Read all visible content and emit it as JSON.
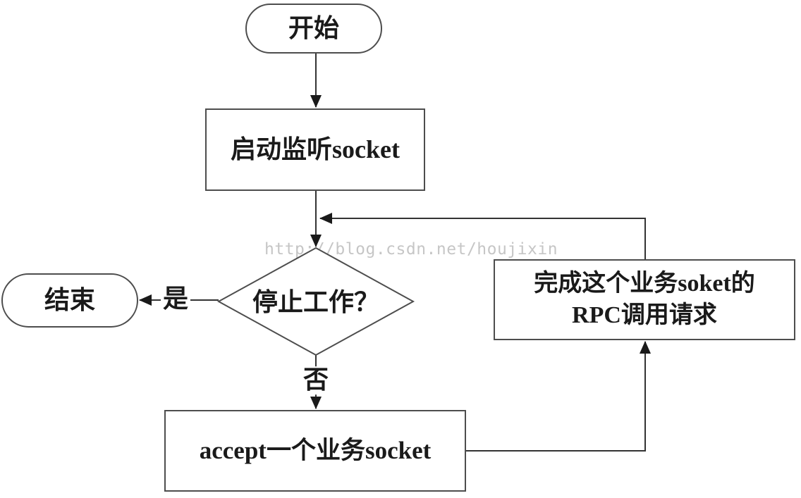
{
  "nodes": {
    "start": {
      "label": "开始",
      "shape": "stadium"
    },
    "listen": {
      "label": "启动监听socket",
      "shape": "rect"
    },
    "decision": {
      "label": "停止工作？",
      "shape": "diamond"
    },
    "end": {
      "label": "结束",
      "shape": "stadium"
    },
    "accept": {
      "label": "accept一个业务socket",
      "shape": "rect"
    },
    "rpc": {
      "label": "完成这个业务soket的RPC调用请求",
      "lines": [
        "完成这个业务soket的",
        "RPC调用请求"
      ],
      "shape": "rect"
    }
  },
  "edges": {
    "yes_label": "是",
    "no_label": "否"
  },
  "watermark": "http://blog.csdn.net/houjixin",
  "colors": {
    "background": "#ffffff",
    "line": "#333333",
    "node_border": "#4d4d4d",
    "text": "#1a1a1a",
    "watermark": "#c6c6c6"
  }
}
